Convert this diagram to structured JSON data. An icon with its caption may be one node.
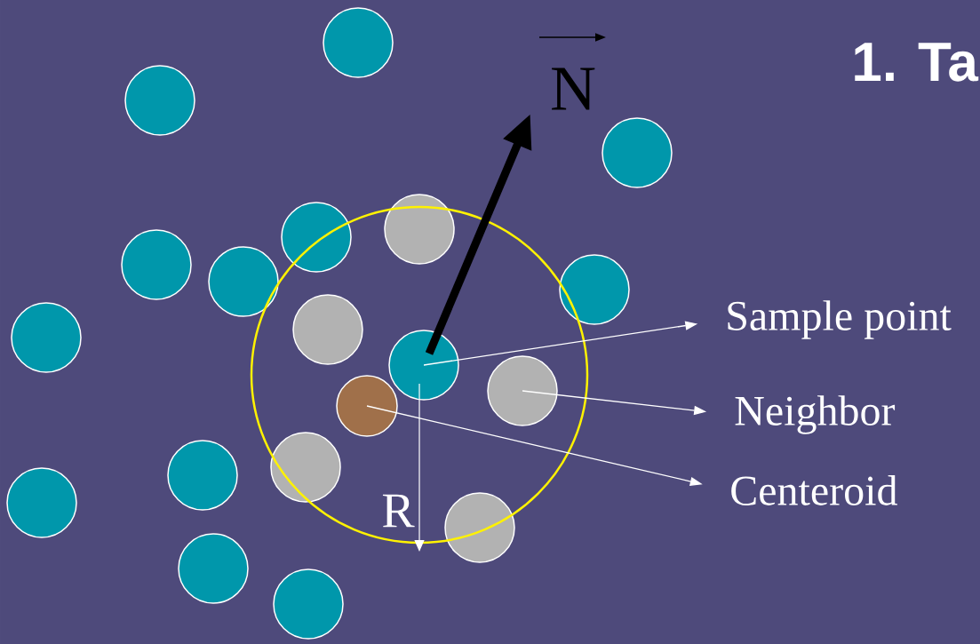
{
  "diagram": {
    "title": "1. Ta",
    "nodes": [
      {
        "text": [],
        "shape": "circle"
      },
      {
        "text": [],
        "shape": "circle"
      },
      {
        "text": [],
        "shape": "circle"
      },
      {
        "text": [
          "Sample point"
        ]
      },
      {
        "text": [
          "Neighbor"
        ]
      },
      {
        "text": [
          "Centeroid"
        ]
      }
    ],
    "edges": [
      {
        "from": 0,
        "to": 3,
        "arrow": "to"
      },
      {
        "from": 1,
        "to": 4,
        "arrow": "to"
      },
      {
        "from": 2,
        "to": 5,
        "arrow": "to"
      }
    ],
    "labels": [
      "N",
      "R"
    ]
  }
}
